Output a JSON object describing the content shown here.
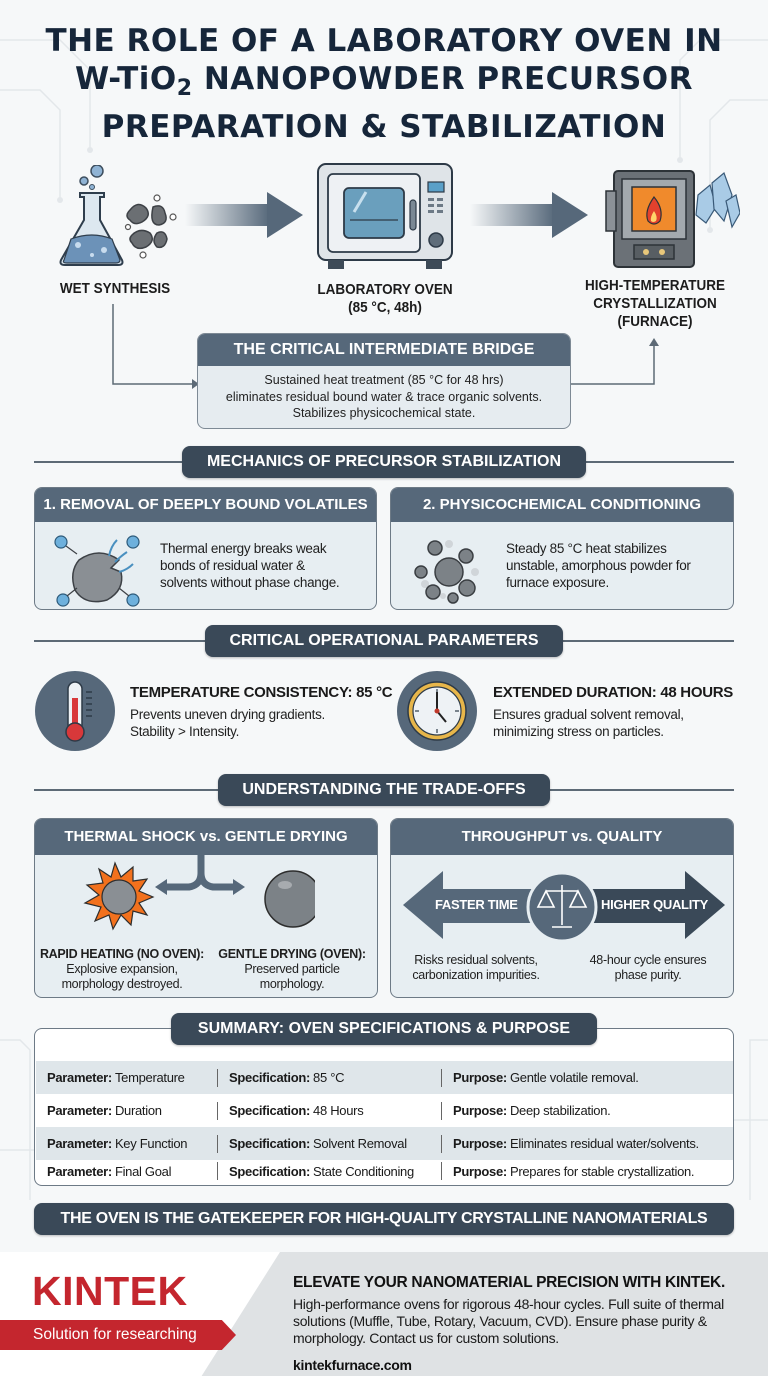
{
  "title": {
    "line1": "THE ROLE OF A LABORATORY OVEN IN",
    "line2_prefix": "W-TiO",
    "line2_sub": "2",
    "line2_suffix": " NANOPOWDER PRECURSOR",
    "line3": "PREPARATION & STABILIZATION"
  },
  "flow": {
    "steps": [
      {
        "label": "WET SYNTHESIS",
        "icon": "flask-icon"
      },
      {
        "label_line1": "LABORATORY OVEN",
        "label_line2": "(85 °C, 48h)",
        "icon": "oven-icon"
      },
      {
        "label_line1": "HIGH-TEMPERATURE",
        "label_line2": "CRYSTALLIZATION",
        "label_line3": "(FURNACE)",
        "icon": "furnace-icon"
      }
    ],
    "bridge": {
      "title": "THE CRITICAL INTERMEDIATE BRIDGE",
      "line1": "Sustained heat treatment (85 °C for 48 hrs)",
      "line2": "eliminates residual bound water & trace organic solvents.",
      "line3": "Stabilizes physicochemical state."
    }
  },
  "mechanics": {
    "heading": "MECHANICS OF PRECURSOR STABILIZATION",
    "cards": [
      {
        "title": "1. REMOVAL OF DEEPLY BOUND VOLATILES",
        "line1": "Thermal energy breaks weak",
        "line2": "bonds of residual water &",
        "line3": "solvents without phase change.",
        "icon": "volatile-release-icon"
      },
      {
        "title": "2. PHYSICOCHEMICAL CONDITIONING",
        "line1": "Steady 85 °C heat stabilizes",
        "line2": "unstable, amorphous powder for",
        "line3": "furnace exposure.",
        "icon": "particle-cluster-icon"
      }
    ]
  },
  "parameters": {
    "heading": "CRITICAL OPERATIONAL PARAMETERS",
    "items": [
      {
        "title": "TEMPERATURE CONSISTENCY: 85 °C",
        "line1": "Prevents uneven drying gradients.",
        "line2": "Stability > Intensity.",
        "icon": "thermometer-icon"
      },
      {
        "title": "EXTENDED DURATION: 48 HOURS",
        "line1": "Ensures gradual solvent removal,",
        "line2": "minimizing stress on particles.",
        "icon": "clock-icon"
      }
    ]
  },
  "tradeoffs": {
    "heading": "UNDERSTANDING THE TRADE-OFFS",
    "left": {
      "title": "THERMAL SHOCK vs. GENTLE DRYING",
      "a_title": "RAPID HEATING (NO OVEN):",
      "a_line1": "Explosive expansion,",
      "a_line2": "morphology destroyed.",
      "b_title": "GENTLE DRYING (OVEN):",
      "b_line1": "Preserved particle",
      "b_line2": "morphology."
    },
    "right": {
      "title": "THROUGHPUT vs. QUALITY",
      "left_arrow": "FASTER TIME",
      "right_arrow": "HIGHER QUALITY",
      "a_line1": "Risks residual solvents,",
      "a_line2": "carbonization impurities.",
      "b_line1": "48-hour cycle ensures",
      "b_line2": "phase purity."
    }
  },
  "summary": {
    "heading": "SUMMARY: OVEN SPECIFICATIONS & PURPOSE",
    "labels": {
      "param": "Parameter:",
      "spec": "Specification:",
      "purpose": "Purpose:"
    },
    "rows": [
      {
        "param": "Temperature",
        "spec": "85 °C",
        "purpose": "Gentle volatile removal."
      },
      {
        "param": "Duration",
        "spec": "48 Hours",
        "purpose": "Deep stabilization."
      },
      {
        "param": "Key Function",
        "spec": "Solvent Removal",
        "purpose": "Eliminates residual water/solvents."
      },
      {
        "param": "Final Goal",
        "spec": "State Conditioning",
        "purpose": "Prepares for stable crystallization."
      }
    ]
  },
  "banner": "THE OVEN IS THE GATEKEEPER FOR HIGH-QUALITY CRYSTALLINE NANOMATERIALS",
  "footer": {
    "brand": "KINTEK",
    "tagline": "Solution for researching",
    "headline": "ELEVATE YOUR NANOMATERIAL PRECISION WITH KINTEK.",
    "body": "High-performance ovens for rigorous 48-hour cycles. Full suite of thermal solutions (Muffle, Tube, Rotary, Vacuum, CVD). Ensure phase purity & morphology. Contact us for custom solutions.",
    "link": "kintekfurnace.com"
  },
  "colors": {
    "header_dark": "#3a4958",
    "card_header": "#56687a",
    "card_bg": "#e7eef2",
    "brand_red": "#c4262e",
    "title": "#16263a"
  }
}
